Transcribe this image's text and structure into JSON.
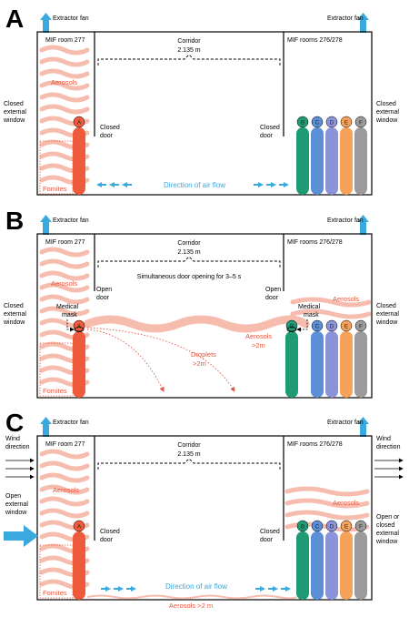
{
  "colors": {
    "patient_a": "#ee5b3c",
    "patient_b": "#1e9b74",
    "patient_c": "#5b8fd6",
    "patient_d": "#8d93d9",
    "patient_e": "#f7a25a",
    "patient_f": "#9b9b9b",
    "aerosol": "#f6bcae",
    "airflow": "#3aa9de",
    "accent_text": "#e8553c"
  },
  "panels": [
    {
      "letter": "A",
      "fan_left": "Extractor fan",
      "fan_right": "Extractor fan",
      "room_left": "MIF room 277",
      "room_right": "MIF rooms 276/278",
      "corridor": "Corridor",
      "corridor_width": "2.135 m",
      "aerosols": "Aerosols",
      "window_left": [
        "Closed",
        "external",
        "window"
      ],
      "window_right": [
        "Closed",
        "external",
        "window"
      ],
      "door_left": [
        "Closed",
        "door"
      ],
      "door_right": [
        "Closed",
        "door"
      ],
      "airflow": "Direction of air flow",
      "fomites": "Fomites",
      "patients": [
        "A",
        "B",
        "C",
        "D",
        "E",
        "F"
      ]
    },
    {
      "letter": "B",
      "fan_left": "Extractor fan",
      "fan_right": "Extractor fan",
      "room_left": "MIF room 277",
      "room_right": "MIF rooms 276/278",
      "corridor": "Corridor",
      "corridor_width": "2.135 m",
      "simultaneous": "Simultaneous door opening for 3–5 s",
      "aerosols_left": "Aerosols",
      "aerosols_right": "Aerosols",
      "window_left": [
        "Closed",
        "external",
        "window"
      ],
      "window_right": [
        "Closed",
        "external",
        "window"
      ],
      "door_left": [
        "Open",
        "door"
      ],
      "door_right": [
        "Open",
        "door"
      ],
      "mask_left": [
        "Medical",
        "mask"
      ],
      "mask_right": [
        "Medical",
        "mask"
      ],
      "droplets": [
        "Droplets",
        ">2m"
      ],
      "aerosols_spread": [
        "Aerosols",
        ">2m"
      ],
      "fomites": "Fomites",
      "patients": [
        "A",
        "B",
        "C",
        "D",
        "E",
        "F"
      ]
    },
    {
      "letter": "C",
      "fan_left": "Extractor fan",
      "fan_right": "Extractor fan",
      "room_left": "MIF room 277",
      "room_right": "MIF rooms 276/278",
      "corridor": "Corridor",
      "corridor_width": "2.135 m",
      "aerosols_left": "Aerosols",
      "aerosols_right": "Aerosols",
      "wind_left": [
        "Wind",
        "direction"
      ],
      "wind_right": [
        "Wind",
        "direction"
      ],
      "window_left": [
        "Open",
        "external",
        "window"
      ],
      "window_right": [
        "Open or",
        "closed",
        "external",
        "window"
      ],
      "door_left": [
        "Closed",
        "door"
      ],
      "door_right": [
        "Closed",
        "door"
      ],
      "airflow": "Direction of air flow",
      "aerosols_corridor": "Aerosols >2 m",
      "fomites": "Fomites",
      "patients": [
        "A",
        "B",
        "C",
        "D",
        "E",
        "F"
      ]
    }
  ]
}
